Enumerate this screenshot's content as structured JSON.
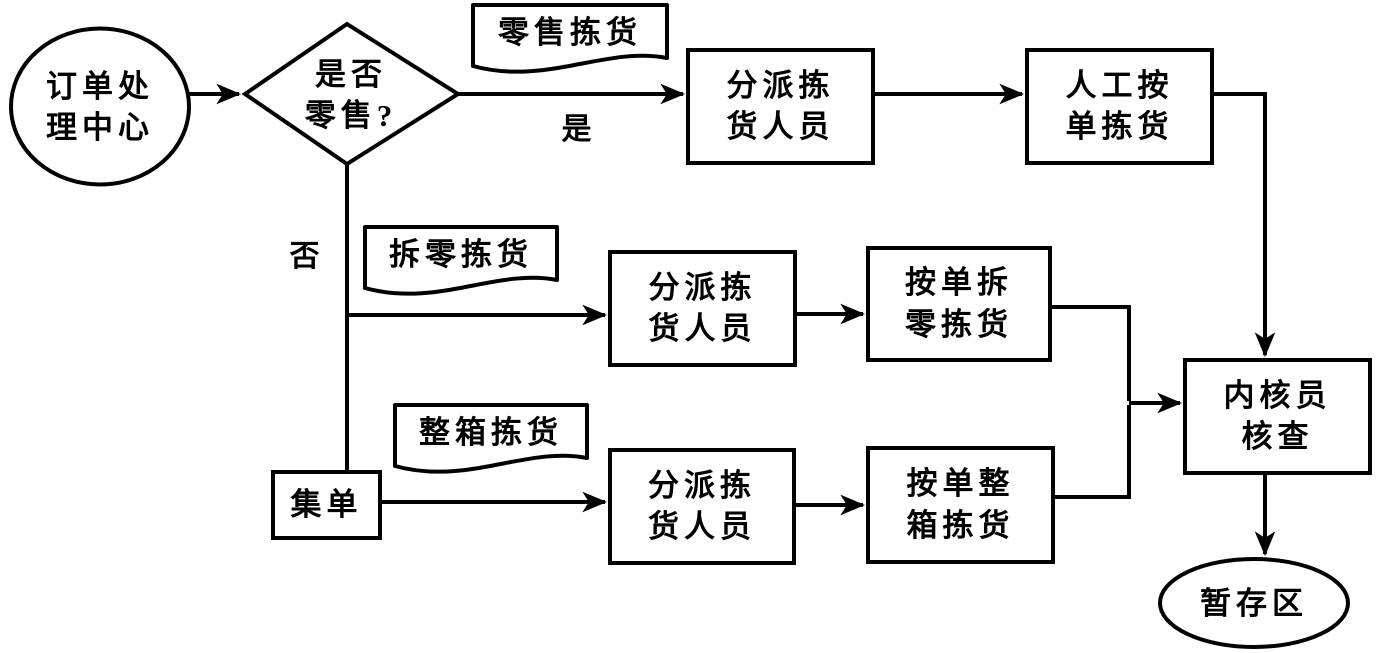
{
  "diagram": {
    "background": "#ffffff",
    "stroke_color": "#000000",
    "nodes": {
      "order_center": "订单处\n理中心",
      "retail_decision": "是否\n零售?",
      "doc_retail_picking": "零售拣货",
      "assign_pickers_top": "分派拣\n货人员",
      "manual_pick_by_order": "人工按\n单拣货",
      "doc_split_picking": "拆零拣货",
      "assign_pickers_mid": "分派拣\n货人员",
      "split_pick_by_order": "按单拆\n零拣货",
      "doc_case_picking": "整箱拣货",
      "order_consolidation": "集单",
      "assign_pickers_bottom": "分派拣\n货人员",
      "case_pick_by_order": "按单整\n箱拣货",
      "checker_review": "内核员\n核查",
      "staging_area": "暂存区"
    },
    "edge_labels": {
      "yes": "是",
      "no": "否"
    },
    "edges": [
      {
        "from": "order_center",
        "to": "retail_decision"
      },
      {
        "from": "retail_decision",
        "to": "assign_pickers_top",
        "label": "是",
        "tag": "零售拣货"
      },
      {
        "from": "assign_pickers_top",
        "to": "manual_pick_by_order"
      },
      {
        "from": "manual_pick_by_order",
        "to": "checker_review"
      },
      {
        "from": "retail_decision",
        "to": "order_consolidation",
        "label": "否"
      },
      {
        "from": "retail_decision",
        "to": "assign_pickers_mid",
        "label": "否",
        "tag": "拆零拣货"
      },
      {
        "from": "assign_pickers_mid",
        "to": "split_pick_by_order"
      },
      {
        "from": "split_pick_by_order",
        "to": "checker_review"
      },
      {
        "from": "order_consolidation",
        "to": "assign_pickers_bottom",
        "tag": "整箱拣货"
      },
      {
        "from": "assign_pickers_bottom",
        "to": "case_pick_by_order"
      },
      {
        "from": "case_pick_by_order",
        "to": "checker_review"
      },
      {
        "from": "checker_review",
        "to": "staging_area"
      }
    ]
  }
}
